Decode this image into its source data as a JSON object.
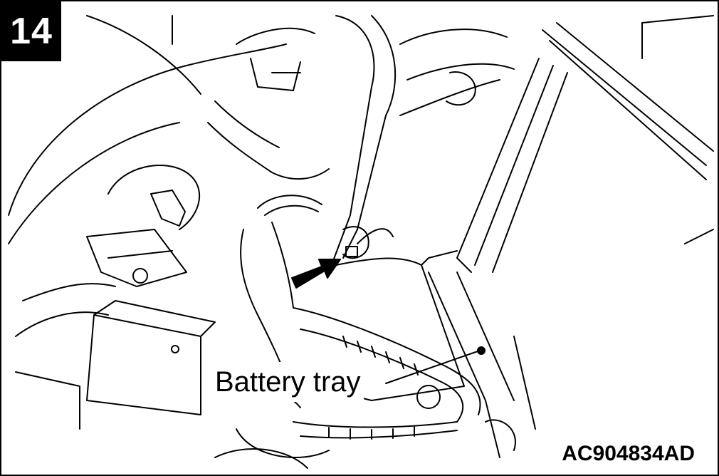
{
  "step": {
    "number": "14"
  },
  "callouts": [
    {
      "label": "Battery tray"
    }
  ],
  "figure": {
    "code": "AC904834AD"
  },
  "icons": {
    "direction_arrow": "arrow-pointing-up-right-icon",
    "leader_dot": "leader-dot-icon"
  },
  "colors": {
    "ink": "#000000",
    "paper": "#ffffff"
  }
}
